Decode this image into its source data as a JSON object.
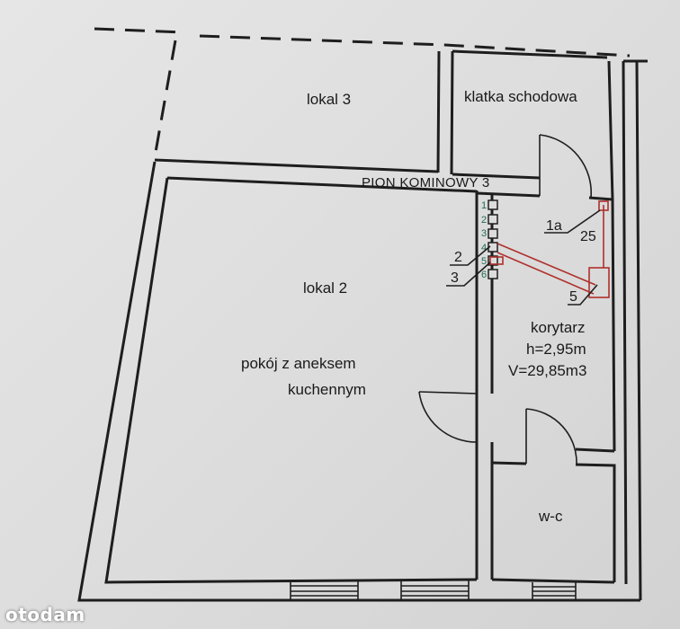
{
  "plan": {
    "rooms": {
      "lokal3": "lokal 3",
      "klatka": "klatka schodowa",
      "lokal2": "lokal 2",
      "pokoj_line1": "pokój z aneksem",
      "pokoj_line2": "kuchennym",
      "korytarz": "korytarz",
      "korytarz_h": "h=2,95m",
      "korytarz_v": "V=29,85m3",
      "wc": "w-c"
    },
    "pion_label": "PION KOMINOWY 3",
    "flue_numbers": [
      "1",
      "2",
      "3",
      "4",
      "5",
      "6"
    ],
    "callouts": {
      "c1a": "1a",
      "c25": "25",
      "c2": "2",
      "c3": "3",
      "c5": "5"
    }
  },
  "watermark": "otodam",
  "colors": {
    "wall": "#1e1e1e",
    "gas_line": "#b0302c",
    "flue_digits": "#1f6b55"
  }
}
